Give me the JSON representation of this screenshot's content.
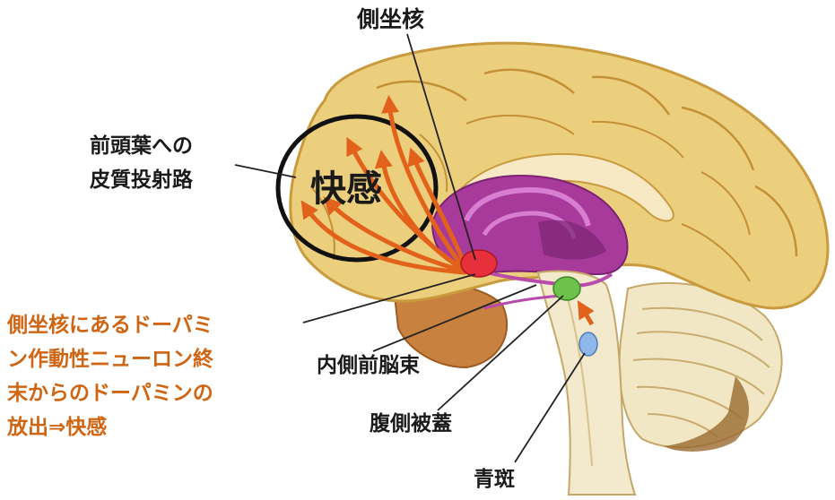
{
  "labels": {
    "nucleus_accumbens": "側坐核",
    "cortical_projection": [
      "前頭葉への",
      "皮質投射路"
    ],
    "pleasure": "快感",
    "dopamine_release": [
      "側坐核にあるドーパミ",
      "ン作動性ニューロン終",
      "末からのドーパミンの",
      "放出⇒快感"
    ],
    "medial_forebrain_bundle": "内側前脳束",
    "ventral_tegmental_area": "腹側被蓋",
    "locus_coeruleus": "青斑"
  },
  "colors": {
    "cortex": "#eccf7c",
    "cortex_outline": "#c99a3e",
    "limbic": "#a83a9b",
    "nucleus_accumbens": "#e8303c",
    "ventral_tegmental_area": "#6cc24a",
    "locus_coeruleus": "#8fb8e8",
    "pathway_arrows": "#e2621c",
    "orange_text": "#cf6512"
  }
}
